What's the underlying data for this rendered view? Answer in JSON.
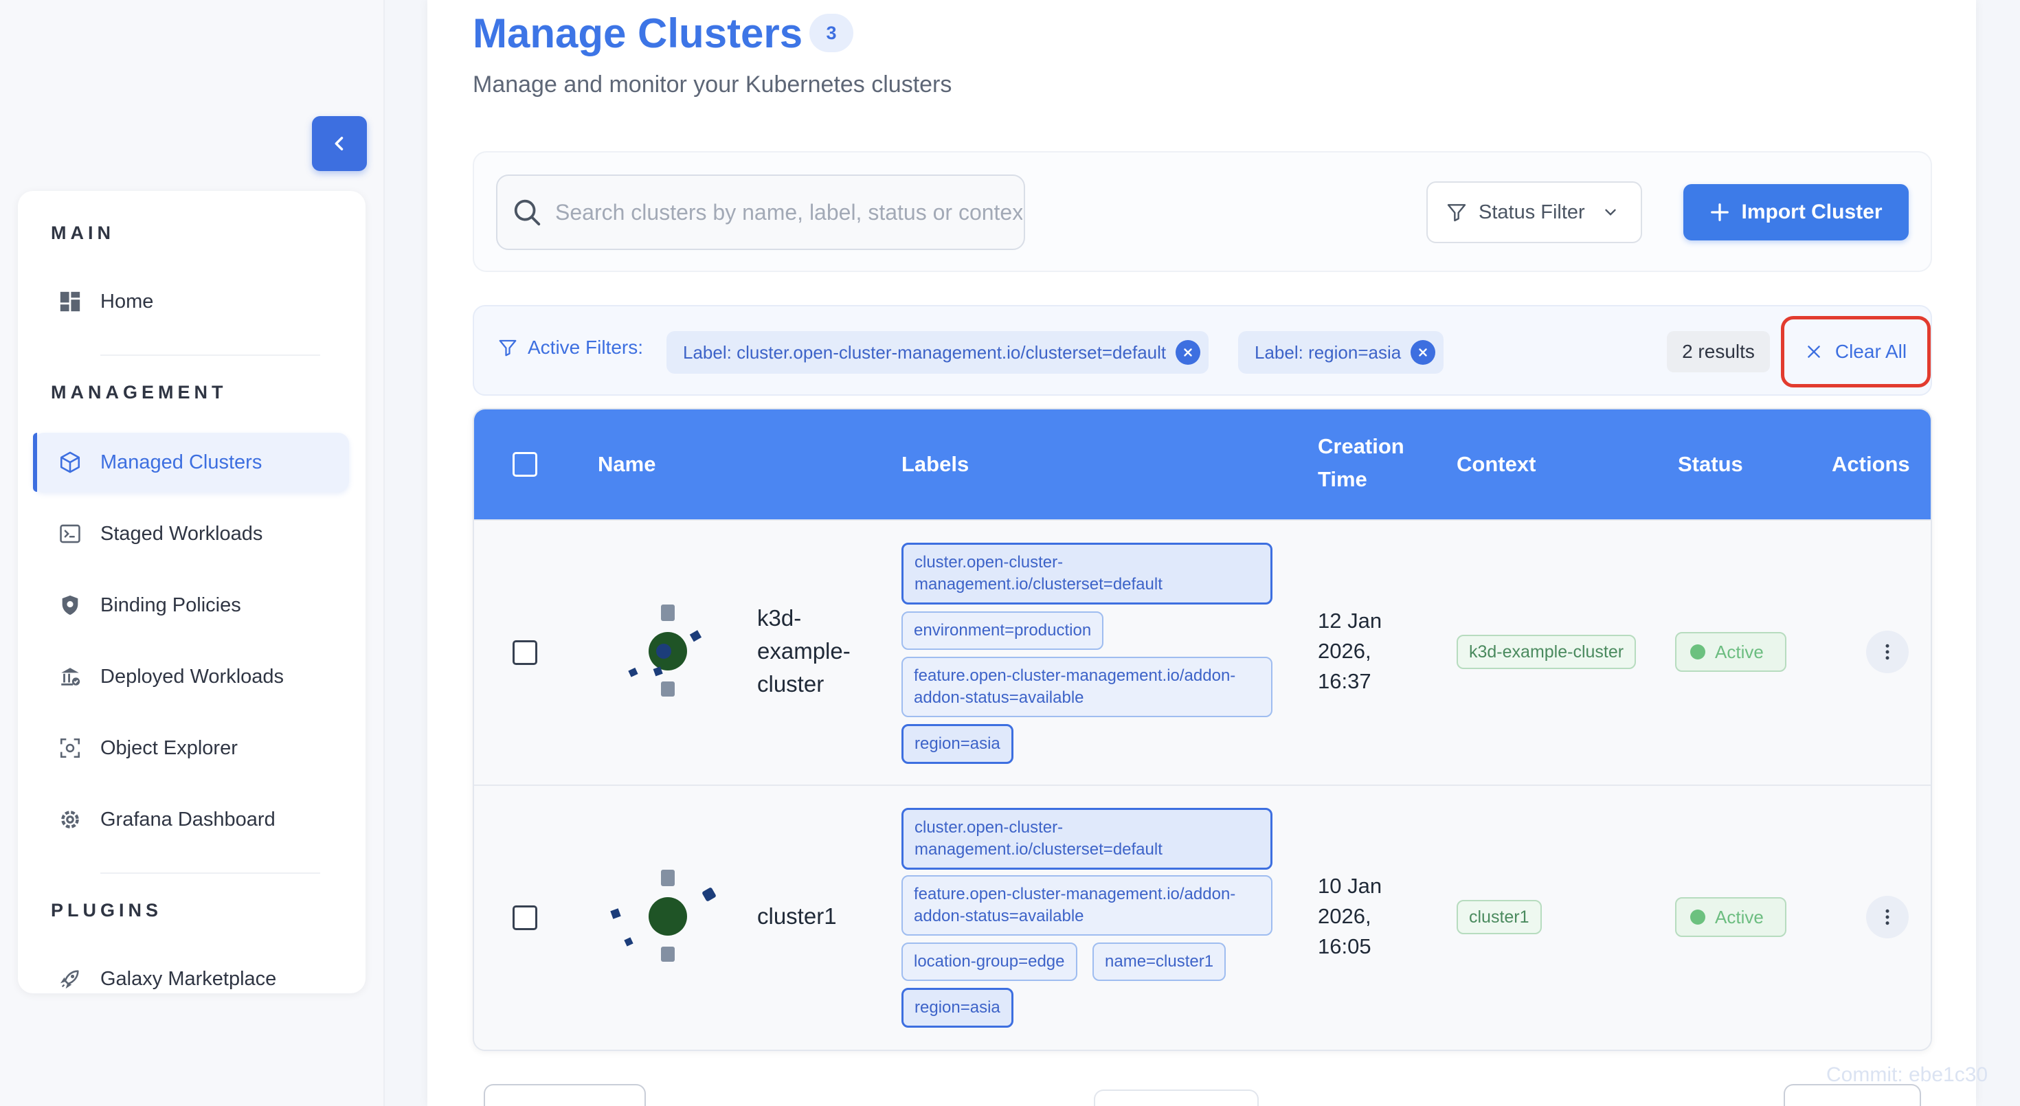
{
  "sidebar": {
    "sections": [
      {
        "title": "MAIN",
        "items": [
          {
            "label": "Home",
            "icon": "dashboard-icon"
          }
        ]
      },
      {
        "title": "MANAGEMENT",
        "items": [
          {
            "label": "Managed Clusters",
            "icon": "cube-icon",
            "active": true
          },
          {
            "label": "Staged Workloads",
            "icon": "terminal-icon"
          },
          {
            "label": "Binding Policies",
            "icon": "shield-icon"
          },
          {
            "label": "Deployed Workloads",
            "icon": "bank-icon"
          },
          {
            "label": "Object Explorer",
            "icon": "focus-icon"
          },
          {
            "label": "Grafana Dashboard",
            "icon": "grafana-icon"
          }
        ]
      },
      {
        "title": "PLUGINS",
        "items": [
          {
            "label": "Galaxy Marketplace",
            "icon": "rocket-icon"
          }
        ]
      }
    ]
  },
  "header": {
    "title": "Manage Clusters",
    "count": "3",
    "subtitle": "Manage and monitor your Kubernetes clusters"
  },
  "toolbar": {
    "search_placeholder": "Search clusters by name, label, status or context...",
    "status_filter_label": "Status Filter",
    "import_label": "Import Cluster"
  },
  "filters": {
    "title": "Active Filters:",
    "chips": [
      "Label: cluster.open-cluster-management.io/clusterset=default",
      "Label: region=asia"
    ],
    "results": "2 results",
    "clear_all": "Clear All"
  },
  "table": {
    "columns": {
      "name": "Name",
      "labels": "Labels",
      "creation_line1": "Creation",
      "creation_line2": "Time",
      "context": "Context",
      "status": "Status",
      "actions": "Actions"
    },
    "rows": [
      {
        "name_lines": [
          "k3d-",
          "example-",
          "cluster"
        ],
        "labels": [
          {
            "line1": "cluster.open-cluster-",
            "line2": "management.io/clusterset=default"
          },
          {
            "line1": "environment=production",
            "line2": ""
          },
          {
            "line1": "feature.open-cluster-management.io/addon-",
            "line2": "addon-status=available"
          },
          {
            "line1": "region=asia",
            "line2": ""
          }
        ],
        "time_lines": [
          "12 Jan",
          "2026,",
          "16:37"
        ],
        "context": "k3d-example-cluster",
        "status": "Active"
      },
      {
        "name_lines": [
          "cluster1"
        ],
        "labels": [
          {
            "line1": "cluster.open-cluster-",
            "line2": "management.io/clusterset=default"
          },
          {
            "line1": "feature.open-cluster-management.io/addon-",
            "line2": "addon-status=available"
          },
          {
            "line1": "location-group=edge",
            "line2": ""
          },
          {
            "line1": "name=cluster1",
            "line2": ""
          },
          {
            "line1": "region=asia",
            "line2": ""
          }
        ],
        "time_lines": [
          "10 Jan",
          "2026,",
          "16:05"
        ],
        "context": "cluster1",
        "status": "Active"
      }
    ]
  },
  "footer": {
    "commit": "Commit: ebe1c30"
  },
  "colors": {
    "accent": "#3d6fe0",
    "table_header": "#4b86f2",
    "active_status": "#6cc17f",
    "highlight": "#e23b2e"
  }
}
